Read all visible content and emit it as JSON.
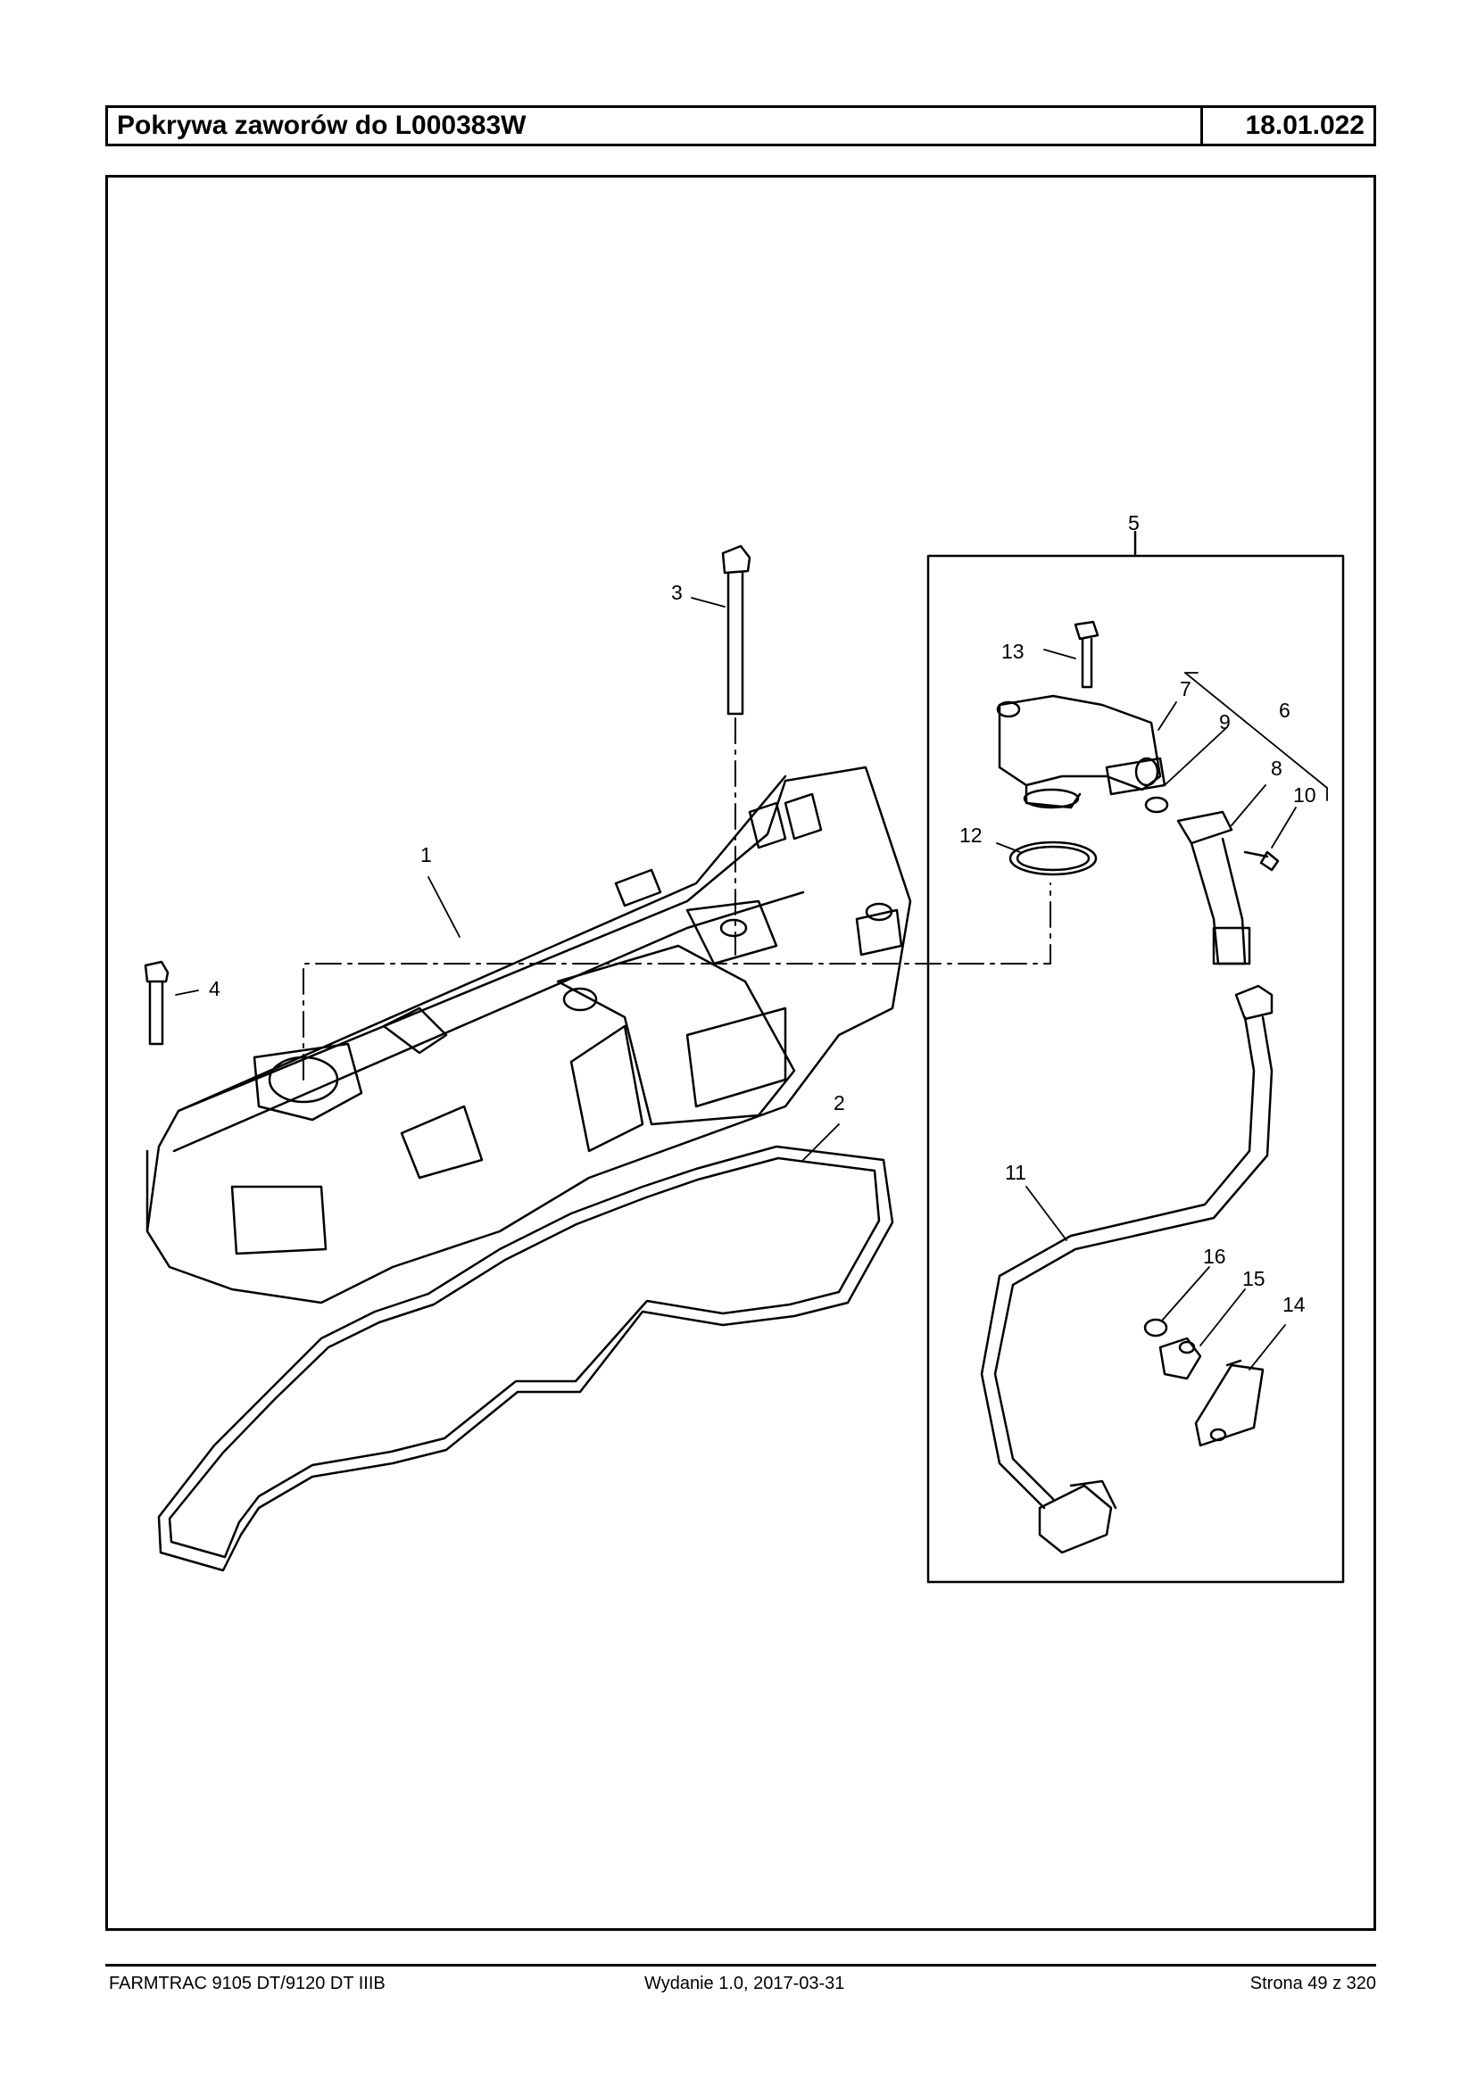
{
  "header": {
    "title": "Pokrywa zaworów do L000383W",
    "code": "18.01.022"
  },
  "footer": {
    "model": "FARMTRAC 9105 DT/9120 DT IIIB",
    "edition": "Wydanie 1.0,  2017-03-31",
    "page": "Strona 49 z 320"
  },
  "diagram": {
    "callouts": [
      {
        "label": "1"
      },
      {
        "label": "2"
      },
      {
        "label": "3"
      },
      {
        "label": "4"
      },
      {
        "label": "5"
      },
      {
        "label": "6"
      },
      {
        "label": "7"
      },
      {
        "label": "8"
      },
      {
        "label": "9"
      },
      {
        "label": "10"
      },
      {
        "label": "11"
      },
      {
        "label": "12"
      },
      {
        "label": "13"
      },
      {
        "label": "14"
      },
      {
        "label": "15"
      },
      {
        "label": "16"
      }
    ]
  }
}
